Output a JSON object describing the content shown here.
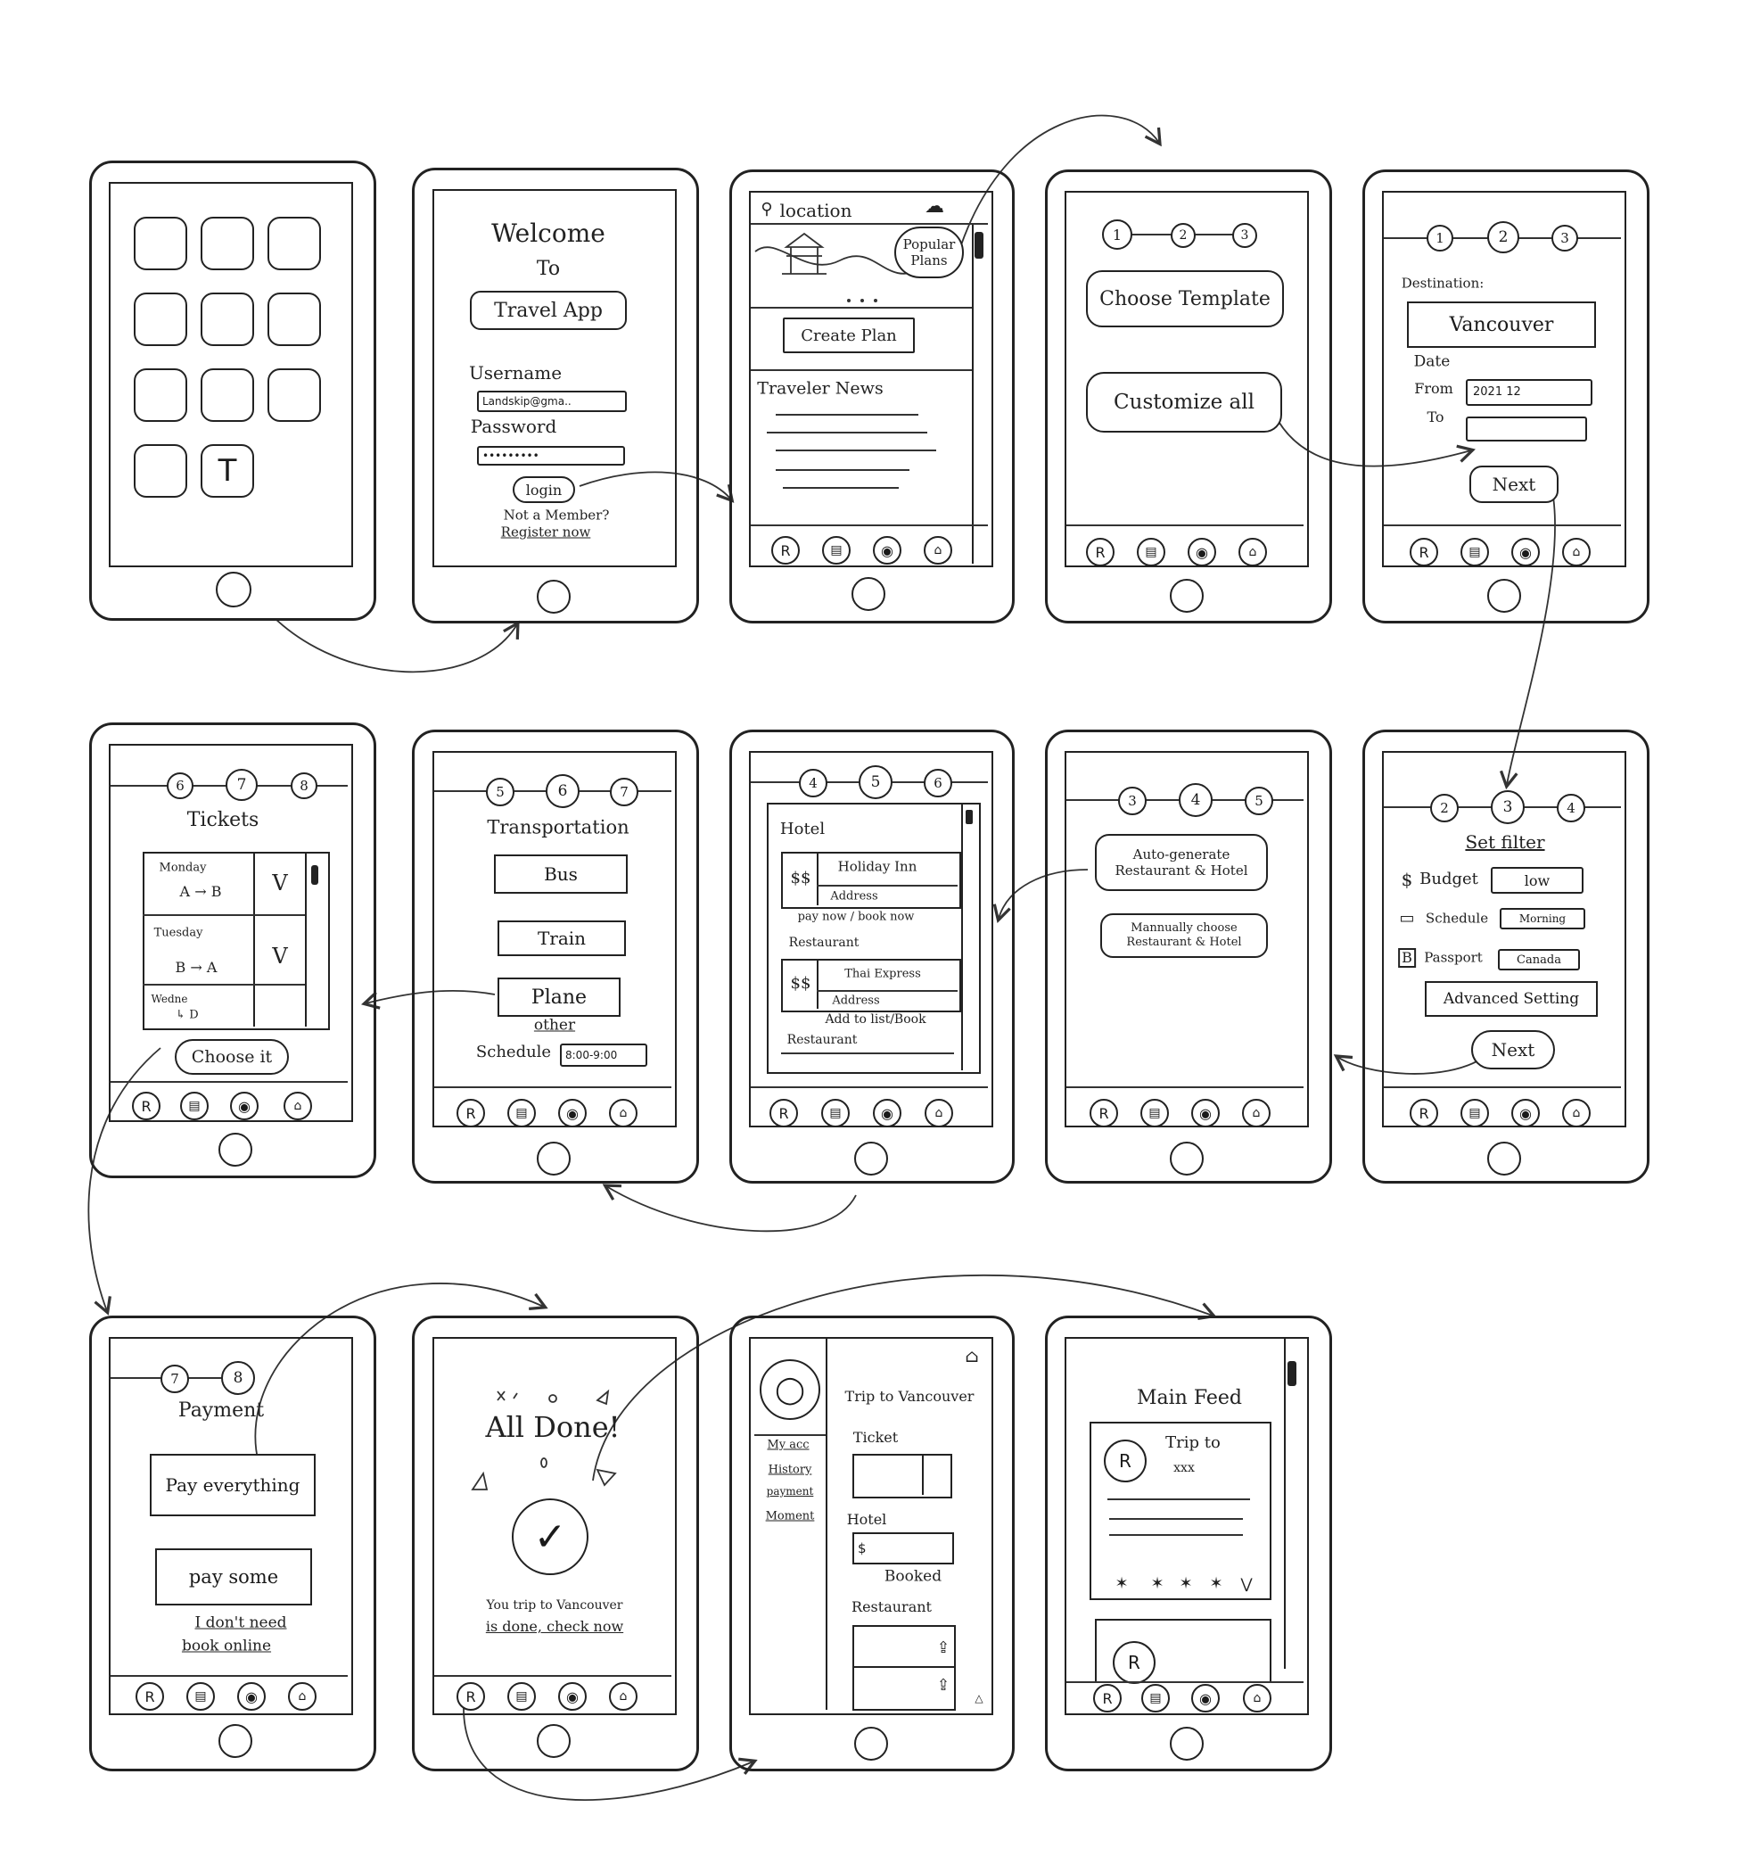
{
  "colors": {
    "ink": "#222222",
    "paper": "#ffffff"
  },
  "nav_icons": [
    "profile-icon",
    "list-icon",
    "globe-icon",
    "home-icon"
  ],
  "screens": {
    "home": {
      "app_icon": "T"
    },
    "login": {
      "welcome": "Welcome",
      "to": "To",
      "app_name": "Travel App",
      "username_label": "Username",
      "username_value": "Landskip@gma..",
      "password_label": "Password",
      "password_value": "•••••••••",
      "login_button": "login",
      "not_member": "Not a Member?",
      "register": "Register now"
    },
    "main": {
      "location": "location",
      "popular_plans": "Popular Plans",
      "create_plan": "Create Plan",
      "traveler_news": "Traveler News"
    },
    "plan_type": {
      "steps": [
        "1",
        "2",
        "3"
      ],
      "choose_template": "Choose Template",
      "customize_all": "Customize all"
    },
    "destination": {
      "steps": [
        "1",
        "2",
        "3"
      ],
      "destination_label": "Destination:",
      "destination_value": "Vancouver",
      "date_label": "Date",
      "from_label": "From",
      "from_value": "2021 12",
      "to_label": "To",
      "next": "Next"
    },
    "filter": {
      "steps": [
        "2",
        "3",
        "4"
      ],
      "title": "Set filter",
      "budget_label": "Budget",
      "budget_value": "low",
      "schedule_label": "Schedule",
      "schedule_value": "Morning",
      "passport_label": "Passport",
      "passport_value": "Canada",
      "advanced": "Advanced Setting",
      "next": "Next"
    },
    "generate": {
      "steps": [
        "3",
        "4",
        "5"
      ],
      "auto": "Auto-generate Restaurant & Hotel",
      "manual": "Mannually choose Restaurant & Hotel"
    },
    "hotel": {
      "steps": [
        "4",
        "5",
        "6"
      ],
      "hotel_label": "Hotel",
      "price1": "$$",
      "hotel_name": "Holiday Inn",
      "address": "Address",
      "pay_now": "pay now / book now",
      "restaurant_label": "Restaurant",
      "price2": "$$",
      "restaurant_name": "Thai Express",
      "address2": "Address",
      "add_to_list": "Add to list/Book",
      "restaurant_label2": "Restaurant"
    },
    "transport": {
      "steps": [
        "5",
        "6",
        "7"
      ],
      "title": "Transportation",
      "bus": "Bus",
      "train": "Train",
      "plane": "Plane",
      "other": "other",
      "schedule_label": "Schedule",
      "schedule_value": "8:00-9:00"
    },
    "tickets": {
      "steps": [
        "6",
        "7",
        "8"
      ],
      "title": "Tickets",
      "rows": [
        {
          "day": "Monday",
          "route": "A → B",
          "check": "V"
        },
        {
          "day": "Tuesday",
          "route": "B → A",
          "check": "V"
        },
        {
          "day": "Wedne",
          "route": "↳ D",
          "check": ""
        }
      ],
      "choose": "Choose it"
    },
    "payment": {
      "steps": [
        "7",
        "8"
      ],
      "title": "Payment",
      "pay_everything": "Pay everything",
      "pay_some": "pay some",
      "no_need_1": "I don't need",
      "no_need_2": "book online"
    },
    "done": {
      "title": "All Done!",
      "message_1": "You trip to Vancouver",
      "message_2": "is done, check now"
    },
    "profile": {
      "menu": [
        "My acc",
        "History",
        "payment",
        "Moment"
      ],
      "trip_title": "Trip to Vancouver",
      "ticket_label": "Ticket",
      "hotel_label": "Hotel",
      "hotel_price": "$",
      "booked": "Booked",
      "restaurant_label": "Restaurant"
    },
    "feed": {
      "title": "Main Feed",
      "post_title": "Trip to",
      "post_sub": "xxx"
    }
  }
}
